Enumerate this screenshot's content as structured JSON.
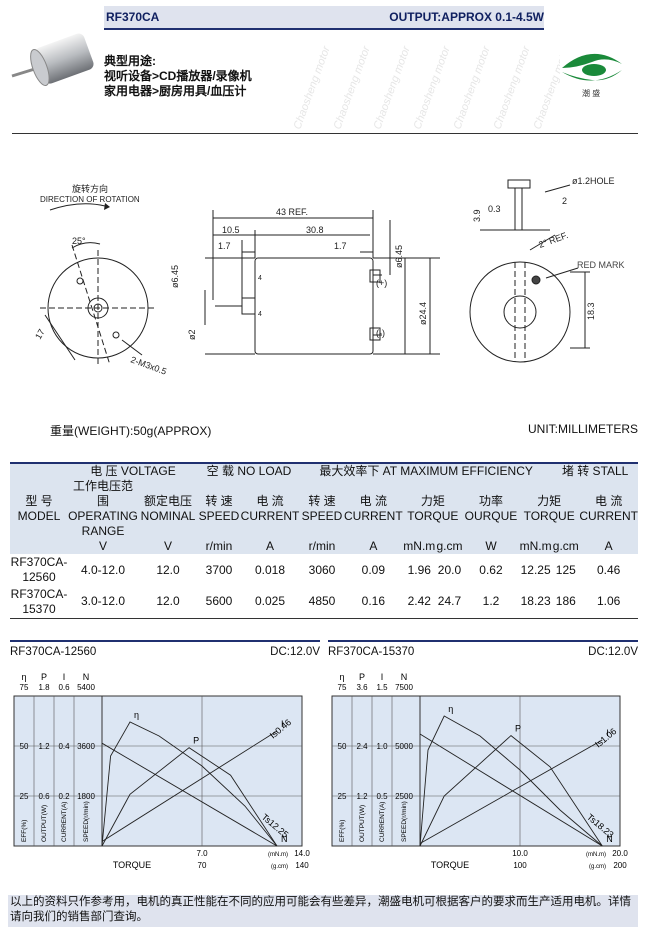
{
  "header": {
    "model": "RF370CA",
    "output": "OUTPUT:APPROX 0.1-4.5W",
    "logo_text": "潮 盛"
  },
  "uses": {
    "title": "典型用途:",
    "line1": "视听设备>CD播放器/录像机",
    "line2": "家用电器>厨房用具/血压计"
  },
  "drawing": {
    "rotation_cn": "旋转方向",
    "rotation_en": "DIRECTION OF ROTATION",
    "dims": {
      "ref43": "43 REF.",
      "d105": "10.5",
      "d308": "30.8",
      "d17a": "1.7",
      "d17b": "1.7",
      "phi645a": "ø6.45",
      "phi645b": "ø6.45",
      "phi2": "ø2",
      "phi244": "ø24.4",
      "plus": "(+)",
      "minus": "(-)",
      "deg25": "25°",
      "d17": "17",
      "m3": "2-M3x0.5",
      "hole": "ø1.2HOLE",
      "d39": "3.9",
      "d03": "0.3",
      "d2": "2",
      "deg2": "2° REF.",
      "redmark": "RED MARK",
      "d183": "18.3",
      "lead4a": "4",
      "lead4b": "4"
    }
  },
  "weight": "重量(WEIGHT):50g(APPROX)",
  "unit": "UNIT:MILLIMETERS",
  "table": {
    "groups": {
      "voltage": "电 压 VOLTAGE",
      "noload": "空 载 NO LOAD",
      "maxeff": "最大效率下 AT MAXIMUM EFFICIENCY",
      "stall": "堵 转 STALL"
    },
    "model_cn": "型 号",
    "model_en": "MODEL",
    "cols": [
      {
        "cn": "工作电压范围",
        "en": "OPERATING RANGE",
        "unit": "V"
      },
      {
        "cn": "额定电压",
        "en": "NOMINAL",
        "unit": "V"
      },
      {
        "cn": "转 速",
        "en": "SPEED",
        "unit": "r/min"
      },
      {
        "cn": "电 流",
        "en": "CURRENT",
        "unit": "A"
      },
      {
        "cn": "转 速",
        "en": "SPEED",
        "unit": "r/min"
      },
      {
        "cn": "电 流",
        "en": "CURRENT",
        "unit": "A"
      },
      {
        "cn": "力矩",
        "en": "TORQUE",
        "unit": "mN.m"
      },
      {
        "cn": "",
        "en": "",
        "unit": "g.cm"
      },
      {
        "cn": "功率",
        "en": "OURQUE",
        "unit": "W"
      },
      {
        "cn": "力矩",
        "en": "TORQUE",
        "unit": "mN.m"
      },
      {
        "cn": "",
        "en": "",
        "unit": "g.cm"
      },
      {
        "cn": "电 流",
        "en": "CURRENT",
        "unit": "A"
      }
    ],
    "rows": [
      {
        "model": "RF370CA-12560",
        "vals": [
          "4.0-12.0",
          "12.0",
          "3700",
          "0.018",
          "3060",
          "0.09",
          "1.96",
          "20.0",
          "0.62",
          "12.25",
          "125",
          "0.46"
        ]
      },
      {
        "model": "RF370CA-15370",
        "vals": [
          "3.0-12.0",
          "12.0",
          "5600",
          "0.025",
          "4850",
          "0.16",
          "2.42",
          "24.7",
          "1.2",
          "18.23",
          "186",
          "1.06"
        ]
      }
    ]
  },
  "chart_data": [
    {
      "type": "line",
      "title": "RF370CA-12560",
      "condition": "DC:12.0V",
      "xlabel": "TORQUE",
      "xunits": [
        "(mN.m)",
        "(g.cm)"
      ],
      "xticks_mnm": [
        "7.0",
        "14.0"
      ],
      "xticks_gcm": [
        "70",
        "140"
      ],
      "xlim_mnm": [
        0,
        14
      ],
      "axis_heads": [
        "η",
        "P",
        "I",
        "N"
      ],
      "ylabels": [
        "EFF(%)",
        "OUTPUT(W)",
        "CURRENT(A)",
        "SPEED(r/min)"
      ],
      "yticks": {
        "eff": [
          "75",
          "50",
          "25"
        ],
        "p": [
          "1.8",
          "1.2",
          "0.6"
        ],
        "i": [
          "0.6",
          "0.4",
          "0.2"
        ],
        "n": [
          "5400",
          "3600",
          "1800"
        ]
      },
      "series": [
        {
          "name": "N",
          "x": [
            0,
            12.25
          ],
          "y": [
            3700,
            0
          ]
        },
        {
          "name": "I",
          "x": [
            0,
            12.25
          ],
          "y": [
            0.018,
            0.46
          ]
        },
        {
          "name": "P",
          "x": [
            0,
            1.96,
            6.1,
            9,
            12.25
          ],
          "y": [
            0,
            0.62,
            1.18,
            0.85,
            0
          ]
        },
        {
          "name": "η",
          "x": [
            0,
            0.6,
            1.96,
            4,
            7,
            10,
            12.25
          ],
          "y": [
            0,
            45,
            62,
            55,
            40,
            20,
            0
          ]
        }
      ],
      "annotations": [
        "Is0.46",
        "Ts12.25"
      ]
    },
    {
      "type": "line",
      "title": "RF370CA-15370",
      "condition": "DC:12.0V",
      "xlabel": "TORQUE",
      "xunits": [
        "(mN.m)",
        "(g.cm)"
      ],
      "xticks_mnm": [
        "10.0",
        "20.0"
      ],
      "xticks_gcm": [
        "100",
        "200"
      ],
      "xlim_mnm": [
        0,
        20
      ],
      "axis_heads": [
        "η",
        "P",
        "I",
        "N"
      ],
      "ylabels": [
        "EFF(%)",
        "OUTPUT(W)",
        "CURRENT(A)",
        "SPEED(r/min)"
      ],
      "yticks": {
        "eff": [
          "75",
          "50",
          "25"
        ],
        "p": [
          "3.6",
          "2.4",
          "1.2"
        ],
        "i": [
          "1.5",
          "1.0",
          "0.5"
        ],
        "n": [
          "7500",
          "5000",
          "2500"
        ]
      },
      "series": [
        {
          "name": "N",
          "x": [
            0,
            18.23
          ],
          "y": [
            5600,
            0
          ]
        },
        {
          "name": "I",
          "x": [
            0,
            18.23
          ],
          "y": [
            0.025,
            1.06
          ]
        },
        {
          "name": "P",
          "x": [
            0,
            2.42,
            9.1,
            13,
            18.23
          ],
          "y": [
            0,
            1.2,
            2.65,
            1.9,
            0
          ]
        },
        {
          "name": "η",
          "x": [
            0,
            0.8,
            2.42,
            6,
            10,
            14,
            18.23
          ],
          "y": [
            0,
            48,
            65,
            55,
            38,
            18,
            0
          ]
        }
      ],
      "annotations": [
        "Is1.06",
        "Ts18.23"
      ]
    }
  ],
  "footer": "以上的资料只作参考用，电机的真正性能在不同的应用可能会有些差异，潮盛电机可根据客户的要求而生产适用电机。详情请向我们的销售部门查询。"
}
